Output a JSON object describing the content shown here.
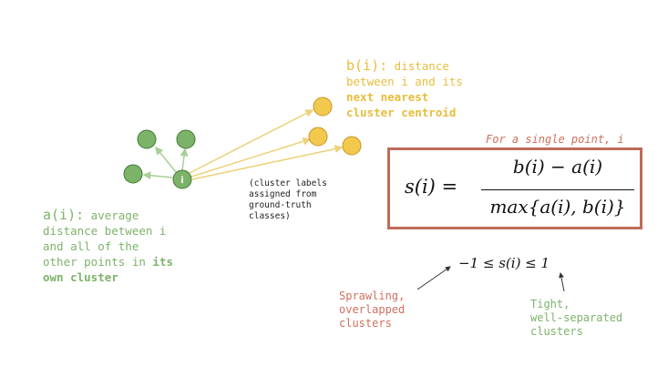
{
  "point_i": {
    "label": "i"
  },
  "b_label": {
    "name": "b(i):",
    "line1_rest": " distance",
    "line2": "between i and its",
    "line3": "next nearest",
    "line4": "cluster centroid"
  },
  "a_label": {
    "name": "a(i):",
    "line1_rest": " average",
    "line2": "distance between i",
    "line3": "and all of the",
    "line4_plain": "other points in ",
    "line4_bold": "its",
    "line5": "own cluster"
  },
  "cluster_note": {
    "line1": "(cluster labels",
    "line2": "assigned from",
    "line3": "ground-truth",
    "line4": "classes)"
  },
  "formula": {
    "caption": "For a single point, i",
    "lhs": "s(i) =",
    "numerator": "b(i) − a(i)",
    "denominator": "max{a(i), b(i)}"
  },
  "range": {
    "text": "−1 ≤ s(i) ≤ 1"
  },
  "sprawl_label": {
    "line1": "Sprawling,",
    "line2": "overlapped",
    "line3": "clusters"
  },
  "tight_label": {
    "line1": "Tight,",
    "line2": "well-separated",
    "line3": "clusters"
  },
  "colors": {
    "green_point": "#7cb368",
    "green_stroke": "#3f7a34",
    "yellow_point": "#f2c94c",
    "yellow_stroke": "#c9962a",
    "green_text": "#7db36a",
    "yellow_text": "#e8bd3d",
    "red_text": "#d0705e",
    "box_border": "#c06a5a"
  },
  "icons": {
    "arrow": "arrow-icon"
  }
}
